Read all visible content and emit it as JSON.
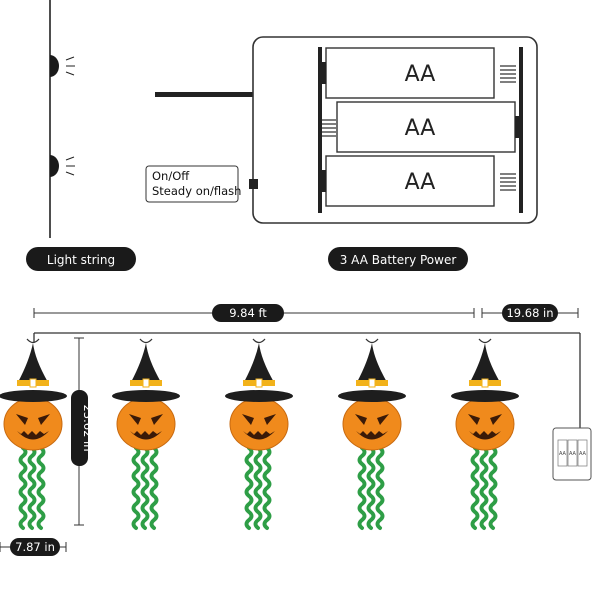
{
  "labels": {
    "light_string": "Light string",
    "battery_power": "3 AA Battery Power",
    "switch_on_off": "On/Off",
    "switch_mode": "Steady on/flash"
  },
  "batteries": [
    "AA",
    "AA",
    "AA"
  ],
  "dimensions": {
    "string_length": "9.84 ft",
    "lead_length": "19.68 in",
    "figure_height": "23.62 in",
    "figure_width": "7.87 in"
  },
  "mini_box_label": "AA",
  "colors": {
    "pumpkin": "#f08a1c",
    "face": "#3a1a08",
    "hat": "#1e1e1e",
    "hat_band": "#f2b21a",
    "streamer": "#2e9e46",
    "pill": "#1a1a1a"
  }
}
